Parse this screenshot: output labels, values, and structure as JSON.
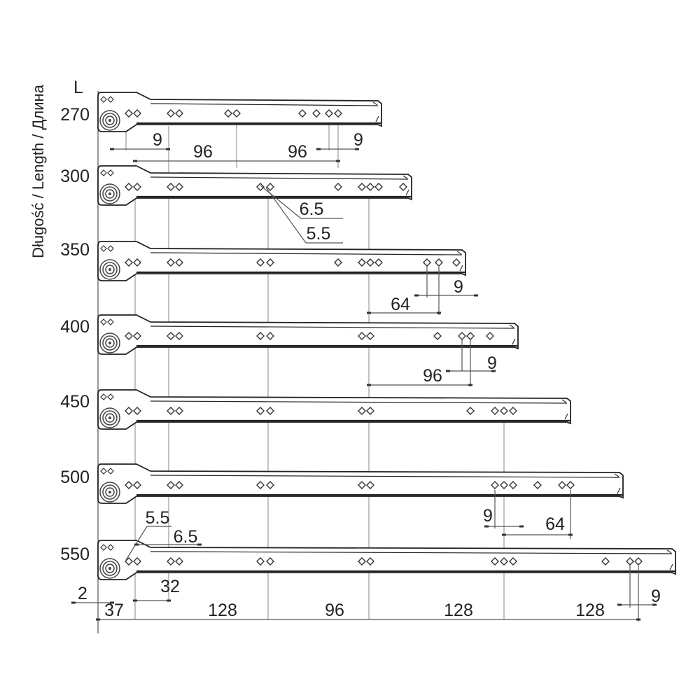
{
  "axis_title": "Długość / Length / Длина",
  "length_header": "L",
  "lengths": [
    "270",
    "300",
    "350",
    "400",
    "450",
    "500",
    "550"
  ],
  "dimensions": {
    "r270": [
      "9",
      "96",
      "96",
      "9"
    ],
    "r300": [
      "6.5",
      "5.5"
    ],
    "r350": [
      "64",
      "9"
    ],
    "r400": [
      "96",
      "9"
    ],
    "r500": [
      "9",
      "64"
    ],
    "r550": [
      "5.5",
      "6.5",
      "32",
      "2",
      "37",
      "128",
      "96",
      "128",
      "128",
      "9"
    ]
  }
}
